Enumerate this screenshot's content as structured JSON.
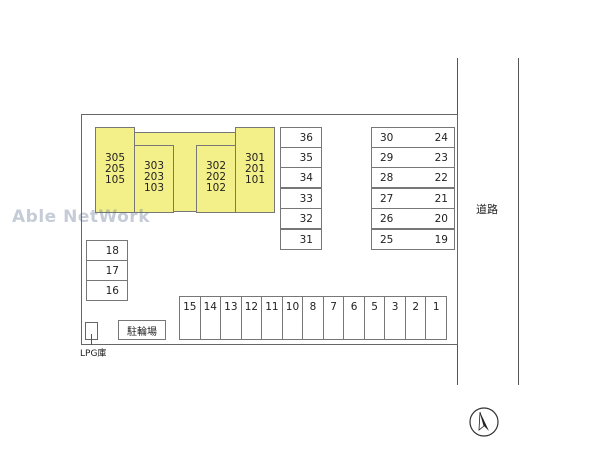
{
  "road": {
    "label": "道路"
  },
  "watermark": "Able NetWork",
  "building": {
    "columns": [
      {
        "units": [
          "305",
          "205",
          "105"
        ]
      },
      {
        "units": [
          "303",
          "203",
          "103"
        ]
      },
      {
        "units": [
          "302",
          "202",
          "102"
        ]
      },
      {
        "units": [
          "301",
          "201",
          "101"
        ]
      }
    ]
  },
  "parking": {
    "column_a": [
      "36",
      "35",
      "34",
      "33",
      "32",
      "31"
    ],
    "column_b_left": [
      "30",
      "29",
      "28",
      "27",
      "26",
      "25"
    ],
    "column_b_right": [
      "24",
      "23",
      "22",
      "21",
      "20",
      "19"
    ],
    "column_c": [
      "18",
      "17",
      "16"
    ],
    "bottom_row": [
      "15",
      "14",
      "13",
      "12",
      "11",
      "10",
      "8",
      "7",
      "6",
      "5",
      "3",
      "2",
      "1"
    ]
  },
  "bicycle_parking": {
    "label": "駐輪場"
  },
  "lpg": {
    "label": "LPG庫"
  },
  "compass": {
    "icon": "north-arrow-icon"
  },
  "colors": {
    "building": "#f3f08a"
  }
}
